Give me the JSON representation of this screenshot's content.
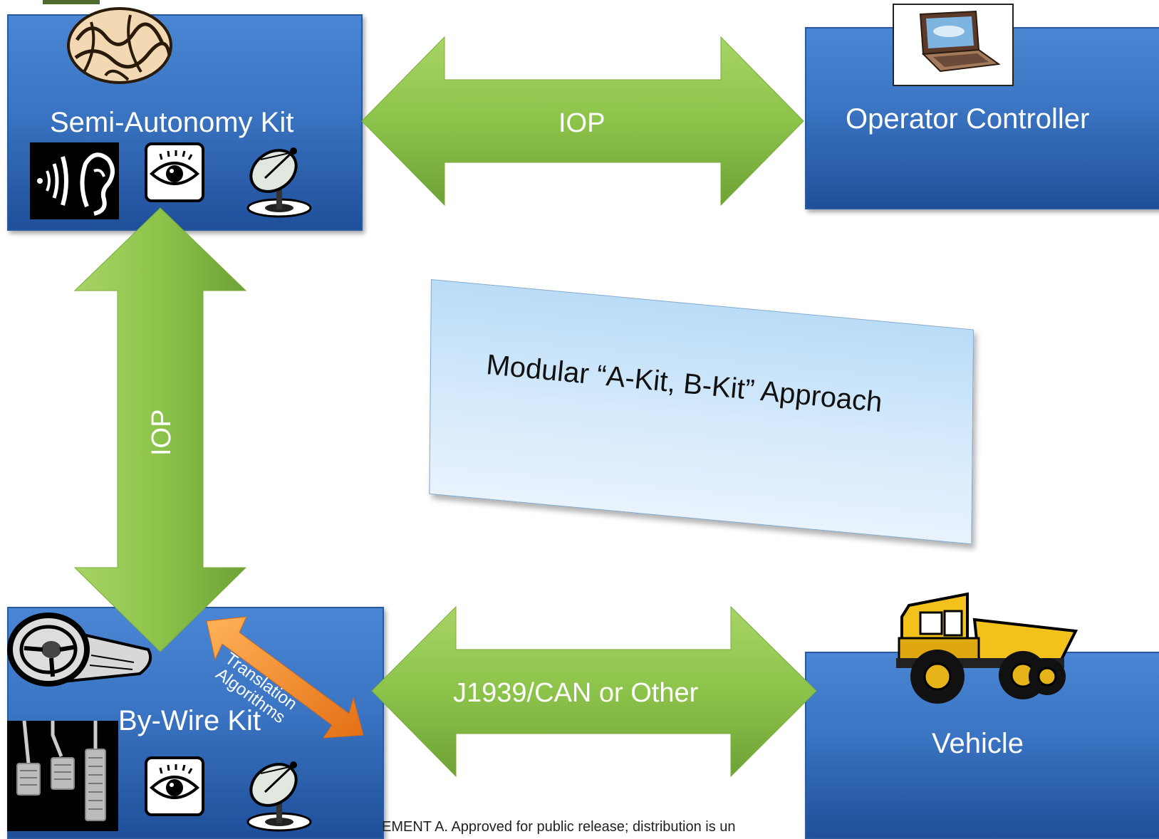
{
  "boxes": {
    "semi_autonomy": "Semi-Autonomy Kit",
    "operator_controller": "Operator Controller",
    "by_wire": "By-Wire Kit",
    "vehicle": "Vehicle"
  },
  "arrows": {
    "top": "IOP",
    "left": "IOP",
    "bottom": "J1939/CAN or Other",
    "translation": [
      "Translation",
      "Algorithms"
    ]
  },
  "note": "Modular “A-Kit, B-Kit” Approach",
  "footer": "EMENT A. Approved for public release; distribution is un",
  "icons": [
    "brain-icon",
    "sound-ear-icon",
    "eye-icon",
    "satellite-dish-icon",
    "laptop-icon",
    "steering-wheel-icon",
    "pedals-icon",
    "dump-truck-icon"
  ],
  "colors": {
    "box": "#3a74c2",
    "arrow": "#8cc34a",
    "translation_arrow": "#f28a2e",
    "note": "#cfe6fa"
  }
}
